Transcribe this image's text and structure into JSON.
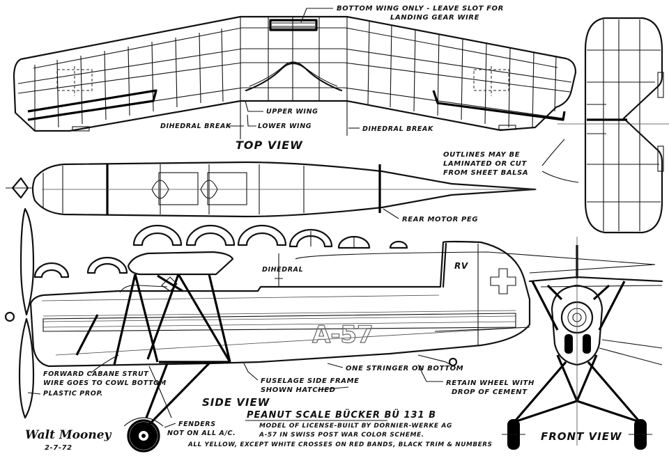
{
  "labels": {
    "bottom_wing_note_1": "BOTTOM WING ONLY - LEAVE SLOT FOR",
    "bottom_wing_note_2": "LANDING GEAR WIRE",
    "upper_wing": "UPPER WING",
    "lower_wing": "LOWER WING",
    "dihedral_break_left": "DIHEDRAL BREAK",
    "dihedral_break_right": "DIHEDRAL BREAK",
    "top_view": "TOP VIEW",
    "outlines_1": "OUTLINES MAY BE",
    "outlines_2": "LAMINATED OR CUT",
    "outlines_3": "FROM SHEET BALSA",
    "rear_motor_peg": "REAR MOTOR PEG",
    "dihedral": "DIHEDRAL",
    "tail_code": "RV",
    "fuselage_code": "A-57",
    "forward_cabane_1": "FORWARD CABANE STRUT",
    "forward_cabane_2": "WIRE GOES TO COWL BOTTOM",
    "plastic_prop": "PLASTIC PROP.",
    "one_stringer": "ONE STRINGER ON BOTTOM",
    "fuselage_side_1": "FUSELAGE SIDE FRAME",
    "fuselage_side_2": "SHOWN HATCHED",
    "retain_wheel_1": "RETAIN WHEEL WITH",
    "retain_wheel_2": "DROP OF CEMENT",
    "side_view": "SIDE VIEW",
    "model_title": "PEANUT SCALE  BÜCKER BÜ 131 B",
    "model_desc_1": "MODEL OF LICENSE-BUILT BY DORNIER-WERKE AG",
    "model_desc_2": "A-57  IN SWISS POST WAR COLOR SCHEME.",
    "model_desc_3": "ALL YELLOW, EXCEPT WHITE CROSSES ON RED BANDS, BLACK TRIM & NUMBERS",
    "fenders_1": "FENDERS",
    "fenders_2": "NOT ON ALL A/C.",
    "front_view": "FRONT VIEW",
    "signature": "Walt Mooney",
    "date": "2-7-72"
  }
}
